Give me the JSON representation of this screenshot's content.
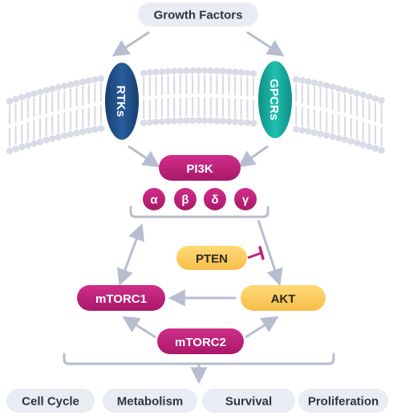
{
  "top": {
    "growth_factors": "Growth Factors"
  },
  "receptors": {
    "left": "RTKs",
    "right": "GPCRs"
  },
  "pi3k": {
    "label": "PI3K",
    "isoforms": [
      "α",
      "β",
      "δ",
      "γ"
    ]
  },
  "nodes": {
    "pten": "PTEN",
    "akt": "AKT",
    "mtorc1": "mTORC1",
    "mtorc2": "mTORC2"
  },
  "outcomes": [
    "Cell Cycle",
    "Metabolism",
    "Survival",
    "Proliferation"
  ],
  "colors": {
    "magenta": "#C2207A",
    "magenta_dark": "#9E1563",
    "yellow": "#FDC95A",
    "yellow_dark": "#F2B63E",
    "navy": "#1F4E86",
    "teal": "#14A79A",
    "gray_pill": "#EAECF3",
    "arrow": "#B7BDCF",
    "membrane": "#D9DCE6",
    "inhibit": "#C2207A"
  }
}
